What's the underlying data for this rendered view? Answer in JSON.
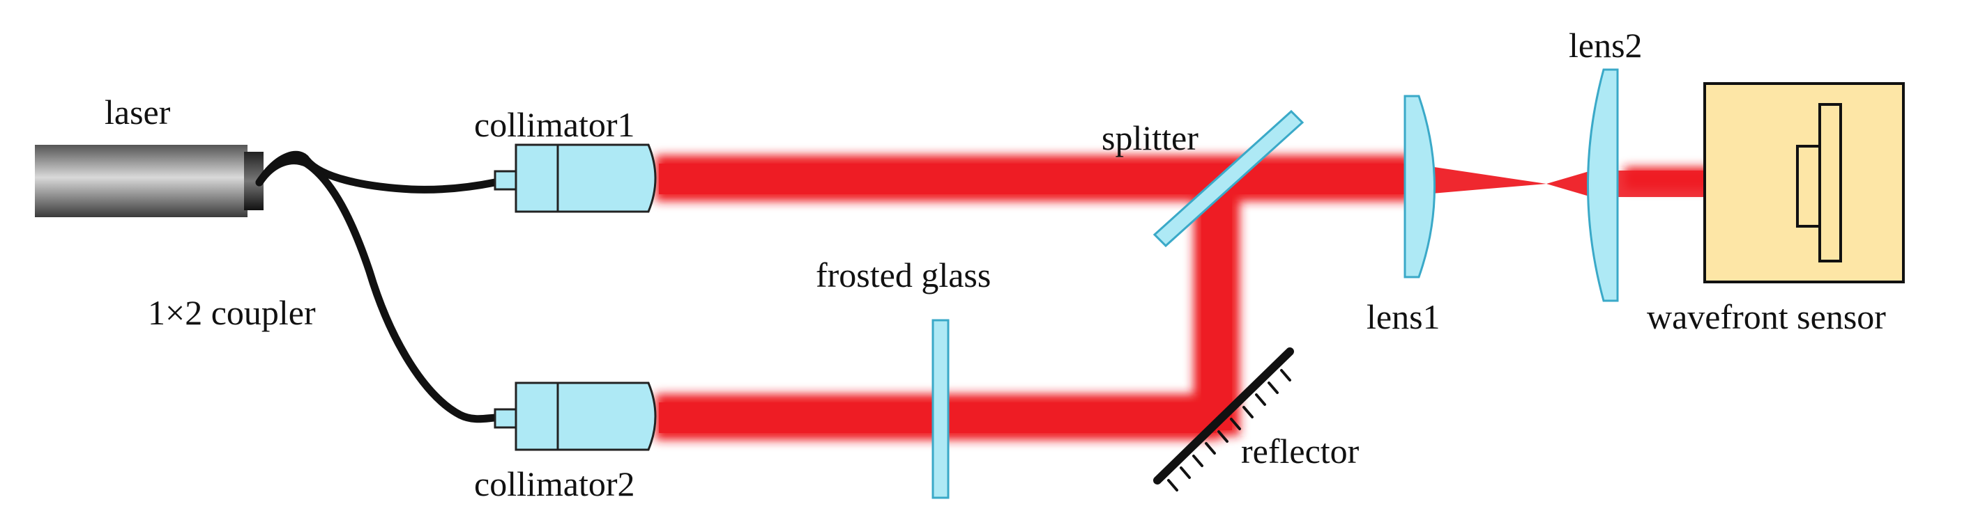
{
  "labels": {
    "laser": "laser",
    "collimator1": "collimator1",
    "collimator2": "collimator2",
    "coupler": "1×2 coupler",
    "frosted_glass": "frosted glass",
    "splitter": "splitter",
    "reflector": "reflector",
    "lens1": "lens1",
    "lens2": "lens2",
    "wavefront_sensor": "wavefront sensor"
  },
  "colors": {
    "beam": "#ee1c24",
    "optic_fill": "#aee9f5",
    "optic_stroke": "#3aa9c8",
    "sensor_fill": "#fde6a6",
    "fiber": "#111111"
  }
}
